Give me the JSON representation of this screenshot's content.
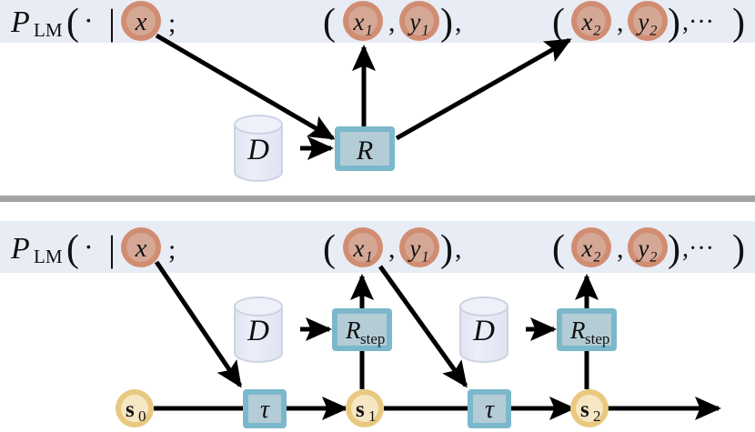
{
  "figure": {
    "type": "diagram",
    "title": "Outcome reward versus step-wise reward language model rollouts",
    "panels": [
      {
        "id": "top-panel",
        "name": "outcome-reward-panel",
        "formula_row": {
          "prefix": "P",
          "subscript": "LM",
          "open_paren": "(",
          "dot": "·",
          "mid_bar": "|",
          "input_token": "x",
          "semicolon": ";",
          "pair1_open": "(",
          "pair1_x": "x₁",
          "pair1_comma": ",",
          "pair1_y": "y₁",
          "pair1_close": ")",
          "pair1_trailing_comma": ",",
          "pair2_open": "(",
          "pair2_x": "x₂",
          "pair2_comma": ",",
          "pair2_y": "y₂",
          "pair2_close": ")",
          "ellipsis": ",···",
          "close_paren": ")"
        },
        "nodes": [
          {
            "name": "dataset-cylinder",
            "label": "D",
            "kind": "cylinder"
          },
          {
            "name": "reward-box",
            "label": "R",
            "kind": "box"
          }
        ],
        "edges": [
          {
            "from": "x",
            "to": "reward-box"
          },
          {
            "from": "dataset-cylinder",
            "to": "reward-box"
          },
          {
            "from": "reward-box",
            "to": "x1"
          },
          {
            "from": "reward-box",
            "to": "x2"
          }
        ]
      },
      {
        "id": "bottom-panel",
        "name": "step-reward-panel",
        "formula_row": {
          "prefix": "P",
          "subscript": "LM",
          "open_paren": "(",
          "dot": "·",
          "mid_bar": "|",
          "input_token": "x",
          "semicolon": ";",
          "pair1_open": "(",
          "pair1_x": "x₁",
          "pair1_comma": ",",
          "pair1_y": "y₁",
          "pair1_close": ")",
          "pair1_trailing_comma": ",",
          "pair2_open": "(",
          "pair2_x": "x₂",
          "pair2_comma": ",",
          "pair2_y": "y₂",
          "pair2_close": ")",
          "ellipsis": ",···",
          "close_paren": ")"
        },
        "nodes": [
          {
            "name": "dataset-cylinder-1",
            "label": "D",
            "kind": "cylinder"
          },
          {
            "name": "dataset-cylinder-2",
            "label": "D",
            "kind": "cylinder"
          },
          {
            "name": "step-reward-box-1",
            "label": "R",
            "sublabel": "step",
            "kind": "box"
          },
          {
            "name": "step-reward-box-2",
            "label": "R",
            "sublabel": "step",
            "kind": "box"
          },
          {
            "name": "transition-box-1",
            "label": "τ",
            "kind": "box"
          },
          {
            "name": "transition-box-2",
            "label": "τ",
            "kind": "box"
          },
          {
            "name": "state-node-0",
            "label": "s",
            "sublabel": "0",
            "kind": "circle"
          },
          {
            "name": "state-node-1",
            "label": "s",
            "sublabel": "1",
            "kind": "circle"
          },
          {
            "name": "state-node-2",
            "label": "s",
            "sublabel": "2",
            "kind": "circle"
          }
        ],
        "edges": [
          {
            "from": "x",
            "to": "transition-box-1"
          },
          {
            "from": "state-node-0",
            "to": "transition-box-1"
          },
          {
            "from": "transition-box-1",
            "to": "state-node-1"
          },
          {
            "from": "dataset-cylinder-1",
            "to": "step-reward-box-1"
          },
          {
            "from": "state-node-1",
            "to": "step-reward-box-1"
          },
          {
            "from": "step-reward-box-1",
            "to": "x1"
          },
          {
            "from": "x1",
            "to": "transition-box-2"
          },
          {
            "from": "state-node-1",
            "to": "transition-box-2"
          },
          {
            "from": "transition-box-2",
            "to": "state-node-2"
          },
          {
            "from": "dataset-cylinder-2",
            "to": "step-reward-box-2"
          },
          {
            "from": "state-node-2",
            "to": "step-reward-box-2"
          },
          {
            "from": "step-reward-box-2",
            "to": "x2"
          },
          {
            "from": "state-node-2",
            "to": "continuation"
          }
        ]
      }
    ],
    "divider": {
      "name": "panel-divider"
    },
    "colors": {
      "band_background": "#e8ecf5",
      "token_ring": "#d18d72",
      "token_fill": "#d5a896",
      "box_border": "#7bb8cc",
      "box_fill": "#b4ccd6",
      "cylinder_fill": "#e3e7f3",
      "cylinder_stroke": "#c9cfe2",
      "state_ring": "#e9c87f",
      "state_fill": "#f6e7c4",
      "arrow": "#000000",
      "divider": "#a3a3a3"
    }
  }
}
